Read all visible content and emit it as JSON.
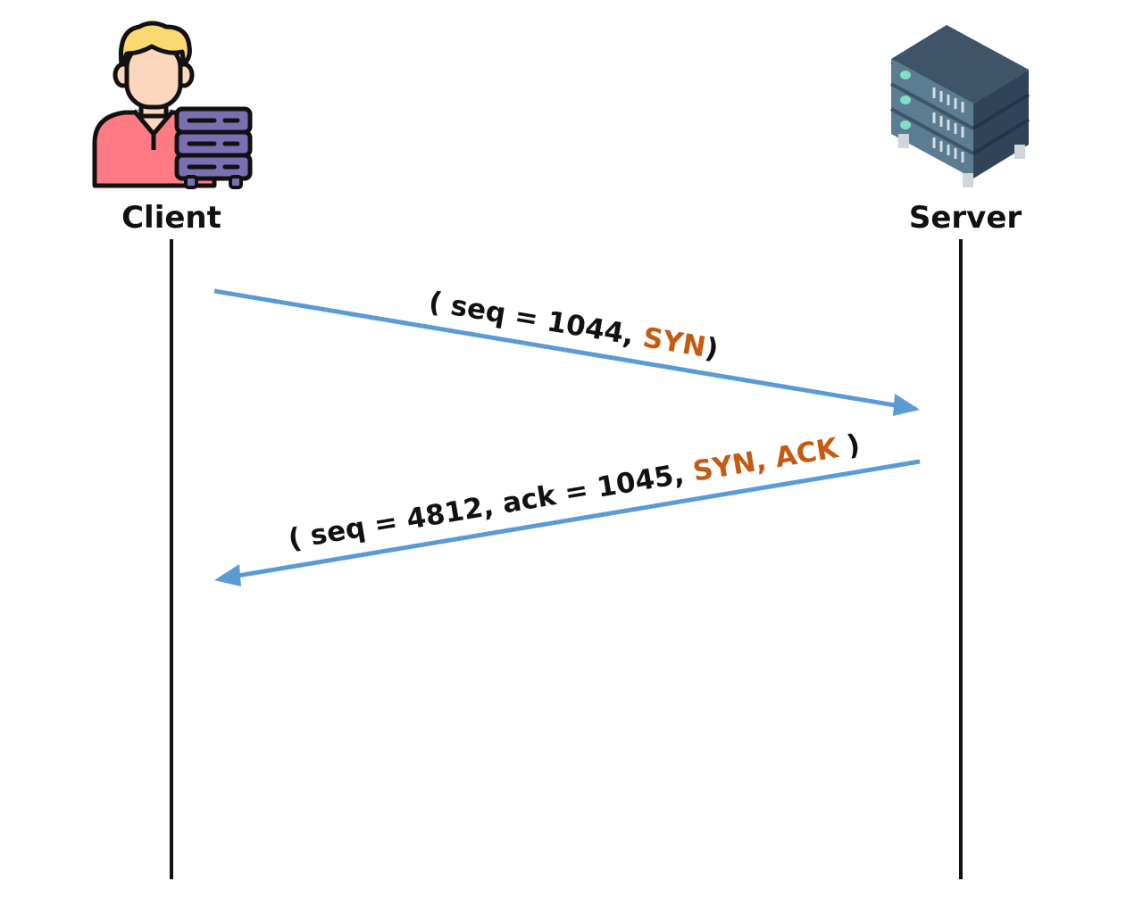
{
  "colors": {
    "lifeline": "#111111",
    "arrow": "#5b9bd5",
    "flag": "#c55a11",
    "text": "#111111"
  },
  "actors": {
    "client": {
      "label": "Client",
      "icon": "person-with-server-icon"
    },
    "server": {
      "label": "Server",
      "icon": "server-rack-icon"
    }
  },
  "messages": [
    {
      "direction": "client-to-server",
      "open": "( seq = 1044, ",
      "flags": "SYN",
      "close": ")"
    },
    {
      "direction": "server-to-client",
      "open": "( seq = 4812, ack = 1045, ",
      "flags": "SYN, ACK",
      "close": " )"
    }
  ]
}
